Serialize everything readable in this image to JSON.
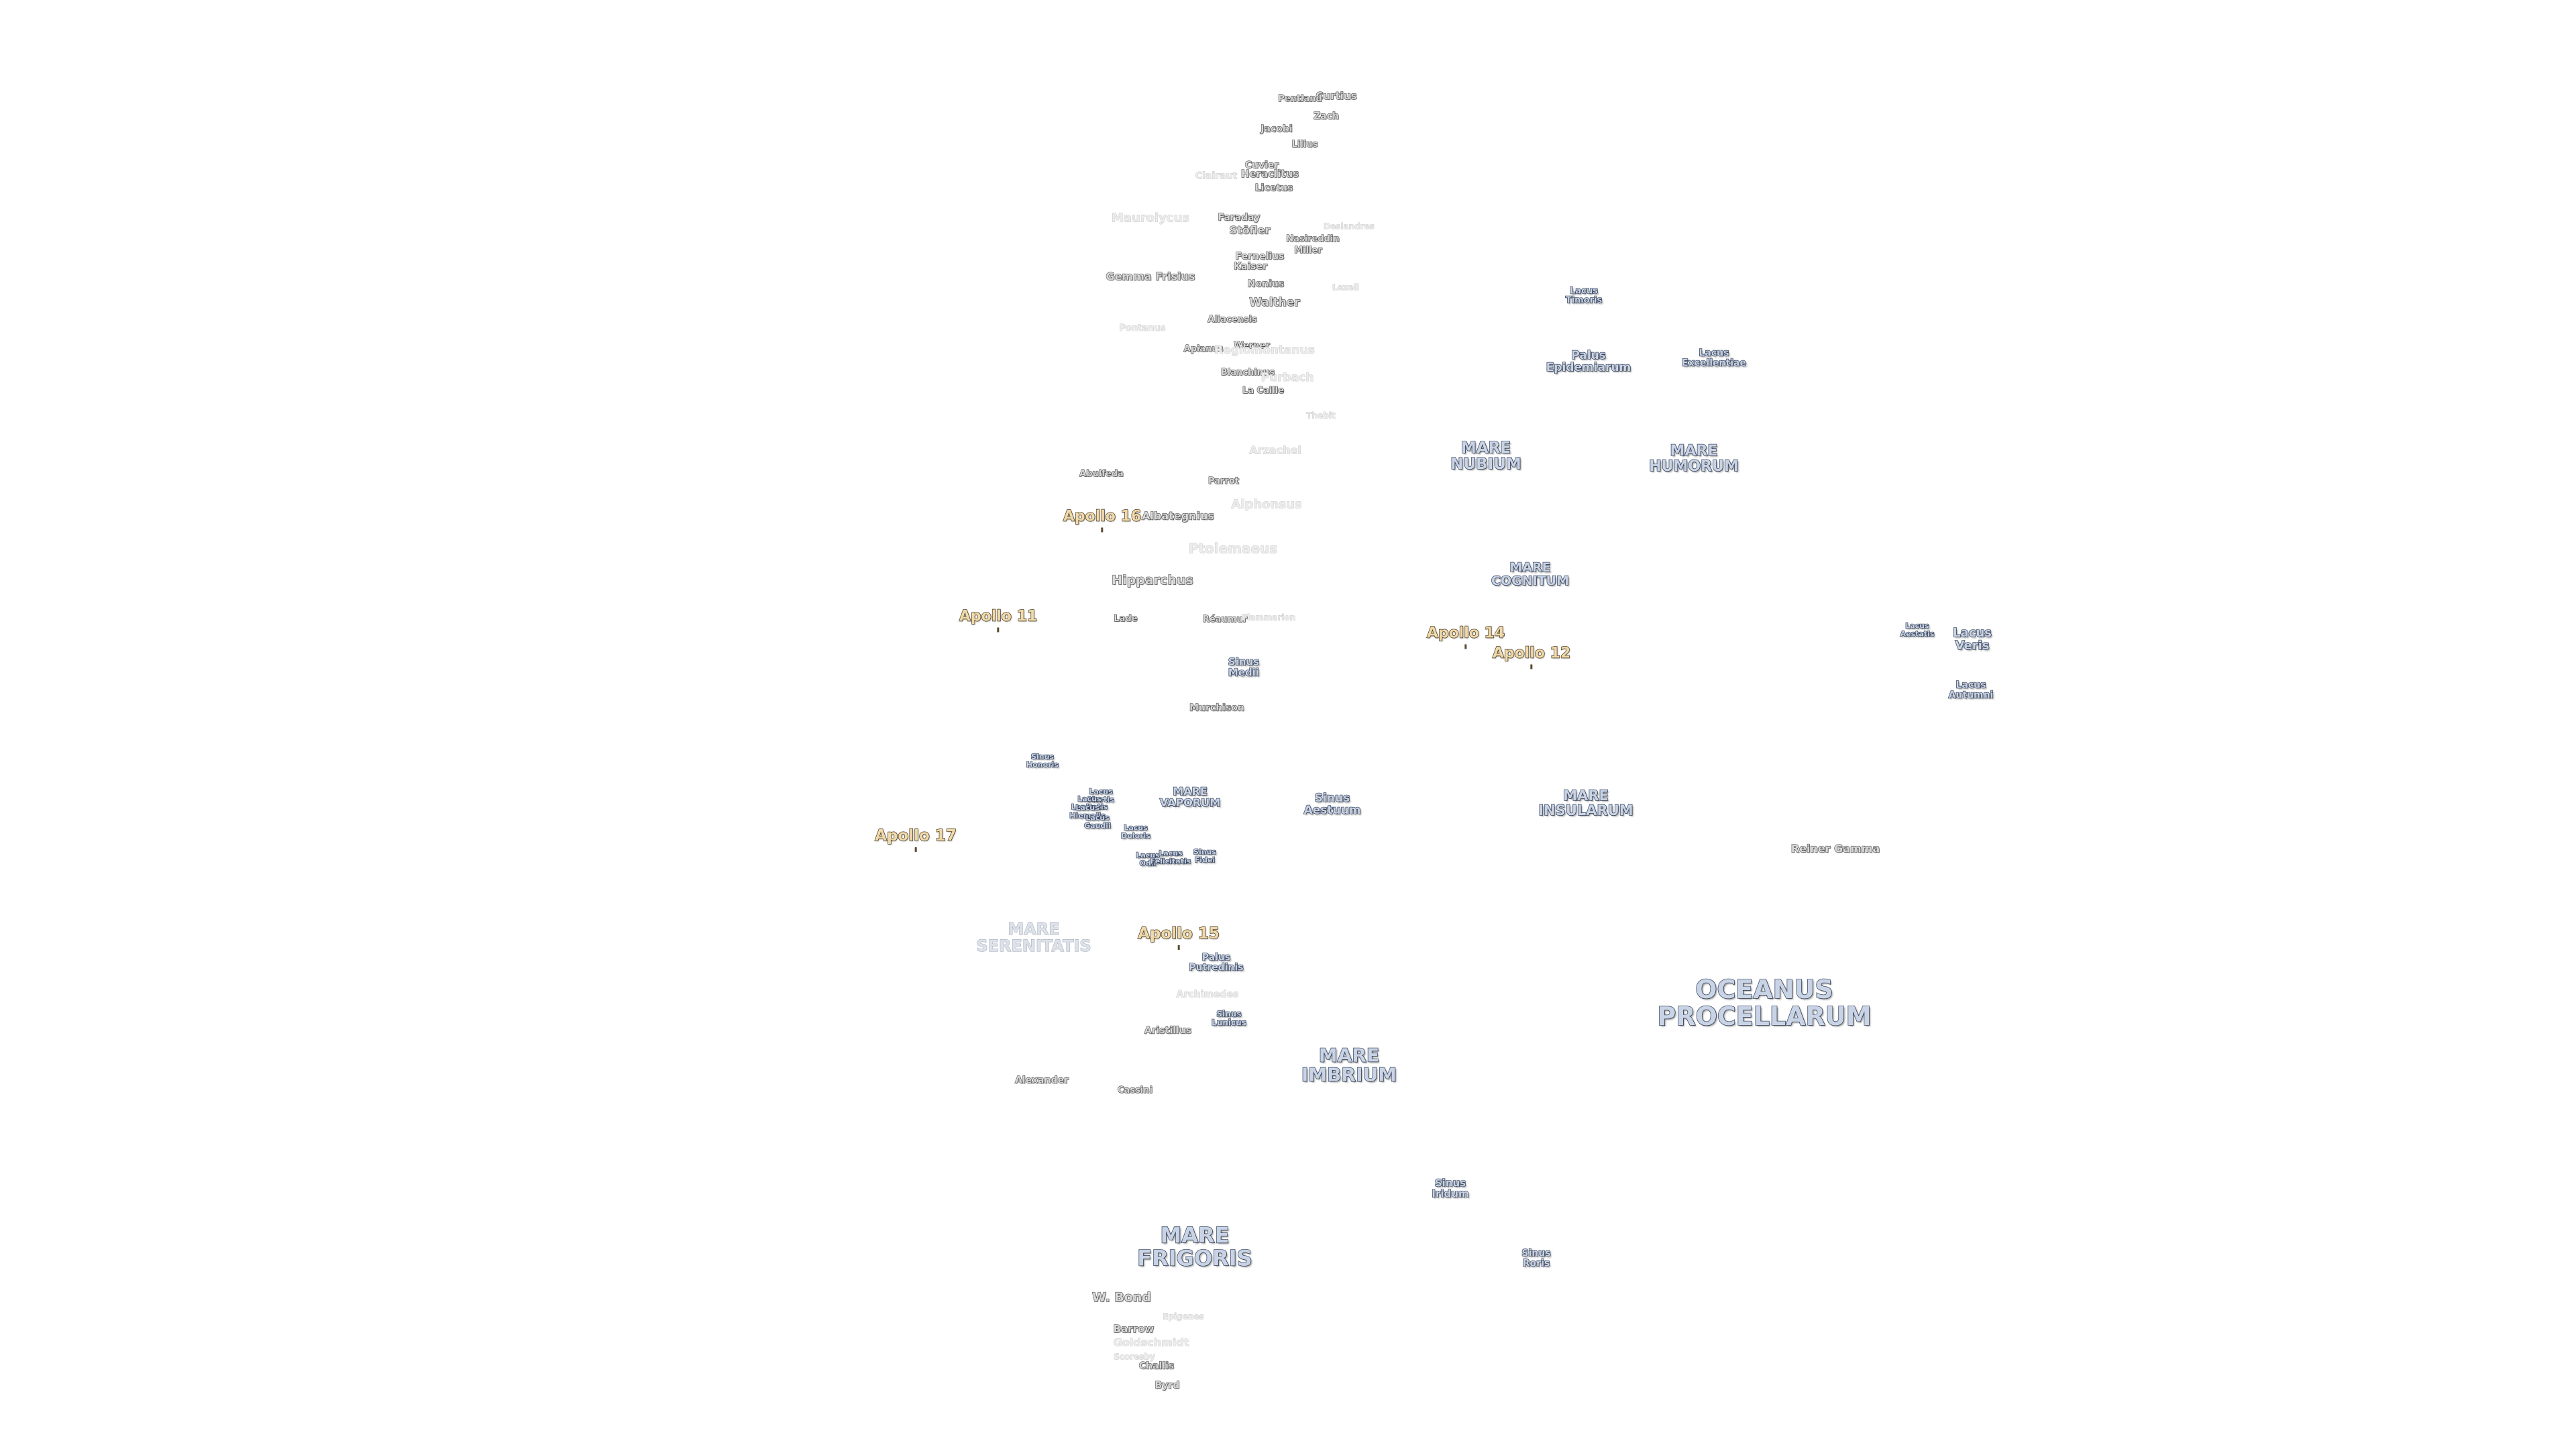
{
  "map": {
    "colors": {
      "background": "#ffffff",
      "crater_fill": "#d9d9d9",
      "crater_outline": "#4e4e4e",
      "mare_fill": "#c8d3e6",
      "mare_outline": "#42506a",
      "apollo_fill": "#f0d9a8",
      "apollo_outline": "#4a3a22"
    },
    "labels": [
      {
        "text": "Curtius",
        "kind": "crater",
        "faded": false
      },
      {
        "text": "Pentland",
        "kind": "crater",
        "faded": false
      },
      {
        "text": "Zach",
        "kind": "crater",
        "faded": false
      },
      {
        "text": "Jacobi",
        "kind": "crater",
        "faded": false
      },
      {
        "text": "Lilius",
        "kind": "crater",
        "faded": false
      },
      {
        "text": "Cuvier",
        "kind": "crater",
        "faded": false
      },
      {
        "text": "Clairaut",
        "kind": "crater",
        "faded": true
      },
      {
        "text": "Heraclitus",
        "kind": "crater",
        "faded": false
      },
      {
        "text": "Licetus",
        "kind": "crater",
        "faded": false
      },
      {
        "text": "Maurolycus",
        "kind": "crater",
        "faded": true
      },
      {
        "text": "Faraday",
        "kind": "crater",
        "faded": false
      },
      {
        "text": "Stöfler",
        "kind": "crater",
        "faded": false
      },
      {
        "text": "Deslandres",
        "kind": "crater",
        "faded": true
      },
      {
        "text": "Nasireddin",
        "kind": "crater",
        "faded": false
      },
      {
        "text": "Miller",
        "kind": "crater",
        "faded": false
      },
      {
        "text": "Fernelius",
        "kind": "crater",
        "faded": false
      },
      {
        "text": "Kaiser",
        "kind": "crater",
        "faded": false
      },
      {
        "text": "Gemma Frisius",
        "kind": "crater",
        "faded": false
      },
      {
        "text": "Nonius",
        "kind": "crater",
        "faded": false
      },
      {
        "text": "Lexell",
        "kind": "crater",
        "faded": true
      },
      {
        "text": "Walther",
        "kind": "crater",
        "faded": false
      },
      {
        "text": "Aliacensis",
        "kind": "crater",
        "faded": false
      },
      {
        "text": "Pontanus",
        "kind": "crater",
        "faded": true
      },
      {
        "text": "Apianus",
        "kind": "crater",
        "faded": false
      },
      {
        "text": "Werner",
        "kind": "crater",
        "faded": false
      },
      {
        "text": "Regiomontanus",
        "kind": "crater",
        "faded": true
      },
      {
        "text": "Blanchinus",
        "kind": "crater",
        "faded": false
      },
      {
        "text": "Purbach",
        "kind": "crater",
        "faded": true
      },
      {
        "text": "La Caille",
        "kind": "crater",
        "faded": false
      },
      {
        "text": "Thebit",
        "kind": "crater",
        "faded": true
      },
      {
        "text": "Arzachel",
        "kind": "crater",
        "faded": true
      },
      {
        "text": "Abulfeda",
        "kind": "crater",
        "faded": false
      },
      {
        "text": "Parrot",
        "kind": "crater",
        "faded": false
      },
      {
        "text": "Alphonsus",
        "kind": "crater",
        "faded": true
      },
      {
        "text": "Apollo 16",
        "kind": "apollo",
        "faded": false
      },
      {
        "text": "Albategnius",
        "kind": "crater",
        "faded": false
      },
      {
        "text": "Ptolemaeus",
        "kind": "crater",
        "faded": true
      },
      {
        "text": "Hipparchus",
        "kind": "crater",
        "faded": false
      },
      {
        "text": "Apollo 11",
        "kind": "apollo",
        "faded": false
      },
      {
        "text": "Lade",
        "kind": "crater",
        "faded": false
      },
      {
        "text": "Réaumur",
        "kind": "crater",
        "faded": false
      },
      {
        "text": "Flammarion",
        "kind": "crater",
        "faded": true
      },
      {
        "text": "Sinus\nMedii",
        "kind": "mare",
        "faded": false
      },
      {
        "text": "Murchison",
        "kind": "crater",
        "faded": false
      },
      {
        "text": "Sinus\nHonoris",
        "kind": "mare",
        "faded": false
      },
      {
        "text": "Lacus\nMortis",
        "kind": "mare",
        "faded": false
      },
      {
        "text": "Lacus\nLenitatis",
        "kind": "mare",
        "faded": false
      },
      {
        "text": "Lacus\nHiemalis",
        "kind": "mare",
        "faded": false
      },
      {
        "text": "MARE\nVAPORUM",
        "kind": "mare",
        "faded": false
      },
      {
        "text": "Lacus\nGaudii",
        "kind": "mare",
        "faded": false
      },
      {
        "text": "Lacus\nDoloris",
        "kind": "mare",
        "faded": false
      },
      {
        "text": "Apollo 17",
        "kind": "apollo",
        "faded": false
      },
      {
        "text": "Lacus\nOdii",
        "kind": "mare",
        "faded": false
      },
      {
        "text": "Lacus\nFelicitatis",
        "kind": "mare",
        "faded": false
      },
      {
        "text": "Sinus\nFidei",
        "kind": "mare",
        "faded": false
      },
      {
        "text": "MARE\nSERENITATIS",
        "kind": "mare",
        "faded": true
      },
      {
        "text": "Apollo 15",
        "kind": "apollo",
        "faded": false
      },
      {
        "text": "Palus\nPutredinis",
        "kind": "mare",
        "faded": false
      },
      {
        "text": "Archimedes",
        "kind": "crater",
        "faded": true
      },
      {
        "text": "Sinus\nLunicus",
        "kind": "mare",
        "faded": false
      },
      {
        "text": "Aristillus",
        "kind": "crater",
        "faded": false
      },
      {
        "text": "Alexander",
        "kind": "crater",
        "faded": false
      },
      {
        "text": "Cassini",
        "kind": "crater",
        "faded": false
      },
      {
        "text": "MARE\nFRIGORIS",
        "kind": "mare",
        "faded": false
      },
      {
        "text": "W. Bond",
        "kind": "crater",
        "faded": false
      },
      {
        "text": "Epigenes",
        "kind": "crater",
        "faded": true
      },
      {
        "text": "Barrow",
        "kind": "crater",
        "faded": false
      },
      {
        "text": "Goldschmidt",
        "kind": "crater",
        "faded": true
      },
      {
        "text": "Scoresby",
        "kind": "crater",
        "faded": true
      },
      {
        "text": "Challis",
        "kind": "crater",
        "faded": false
      },
      {
        "text": "Byrd",
        "kind": "crater",
        "faded": false
      },
      {
        "text": "Sinus\nAestuum",
        "kind": "mare",
        "faded": false
      },
      {
        "text": "MARE\nIMBRIUM",
        "kind": "mare",
        "faded": false
      },
      {
        "text": "Sinus\nIridum",
        "kind": "mare",
        "faded": false
      },
      {
        "text": "Sinus\nRoris",
        "kind": "mare",
        "faded": false
      },
      {
        "text": "Lacus\nTimoris",
        "kind": "mare",
        "faded": false
      },
      {
        "text": "Palus\nEpidemiarum",
        "kind": "mare",
        "faded": false
      },
      {
        "text": "Lacus\nExcellentiae",
        "kind": "mare",
        "faded": false
      },
      {
        "text": "MARE\nNUBIUM",
        "kind": "mare",
        "faded": false
      },
      {
        "text": "MARE\nHUMORUM",
        "kind": "mare",
        "faded": false
      },
      {
        "text": "MARE\nCOGNITUM",
        "kind": "mare",
        "faded": false
      },
      {
        "text": "Apollo 14",
        "kind": "apollo",
        "faded": false
      },
      {
        "text": "Apollo 12",
        "kind": "apollo",
        "faded": false
      },
      {
        "text": "Lacus\nAestatis",
        "kind": "mare",
        "faded": false
      },
      {
        "text": "Lacus\nVeris",
        "kind": "mare",
        "faded": false
      },
      {
        "text": "Lacus\nAutumni",
        "kind": "mare",
        "faded": false
      },
      {
        "text": "MARE\nINSULARUM",
        "kind": "mare",
        "faded": false
      },
      {
        "text": "Reiner Gamma",
        "kind": "crater",
        "faded": false
      },
      {
        "text": "OCEANUS\nPROCELLARUM",
        "kind": "mare",
        "faded": false
      }
    ]
  }
}
